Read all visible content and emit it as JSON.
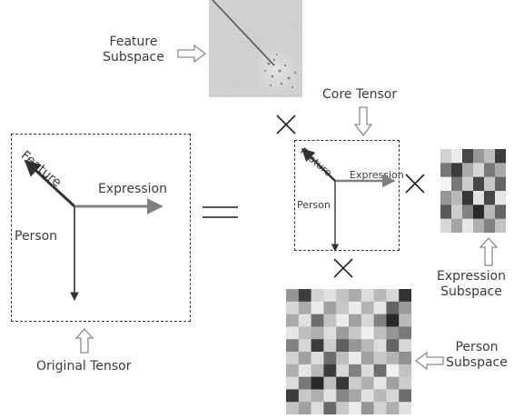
{
  "labels": {
    "feature_subspace": "Feature\nSubspace",
    "core_tensor": "Core Tensor",
    "original_tensor": "Original Tensor",
    "expression_subspace": "Expression\nSubspace",
    "person_subspace": "Person\nSubspace",
    "axis_feature": "Feature",
    "axis_expression": "Expression",
    "axis_person": "Person",
    "core_axis_feature": "Feature",
    "core_axis_expression": "Expression",
    "core_axis_person": "Person"
  },
  "colors": {
    "axis_dark": "#333333",
    "axis_gray": "#808080",
    "outline_arrow": "#8a8a8a",
    "feature_image_bg": "#d4d4d4"
  },
  "expression_grid": {
    "rows": 6,
    "cols": 6,
    "gray_levels": [
      [
        210,
        235,
        70,
        150,
        190,
        60
      ],
      [
        120,
        60,
        170,
        215,
        120,
        170
      ],
      [
        245,
        120,
        205,
        70,
        200,
        100
      ],
      [
        150,
        185,
        55,
        225,
        70,
        230
      ],
      [
        90,
        205,
        130,
        40,
        185,
        100
      ],
      [
        215,
        165,
        230,
        175,
        130,
        195
      ]
    ]
  },
  "person_grid": {
    "rows": 10,
    "cols": 10,
    "gray_levels": [
      [
        150,
        60,
        210,
        225,
        195,
        170,
        220,
        185,
        215,
        50
      ],
      [
        215,
        170,
        235,
        160,
        200,
        235,
        180,
        230,
        100,
        155
      ],
      [
        170,
        225,
        110,
        195,
        235,
        160,
        215,
        130,
        40,
        185
      ],
      [
        230,
        190,
        175,
        220,
        155,
        200,
        240,
        190,
        150,
        120
      ],
      [
        130,
        215,
        60,
        205,
        95,
        150,
        185,
        220,
        100,
        215
      ],
      [
        210,
        160,
        220,
        110,
        190,
        235,
        160,
        200,
        180,
        145
      ],
      [
        175,
        230,
        185,
        60,
        215,
        130,
        220,
        110,
        240,
        195
      ],
      [
        220,
        120,
        40,
        190,
        55,
        205,
        175,
        230,
        160,
        205
      ],
      [
        60,
        200,
        175,
        225,
        135,
        165,
        225,
        185,
        215,
        110
      ],
      [
        195,
        160,
        220,
        105,
        200,
        235,
        150,
        210,
        175,
        225
      ]
    ]
  }
}
